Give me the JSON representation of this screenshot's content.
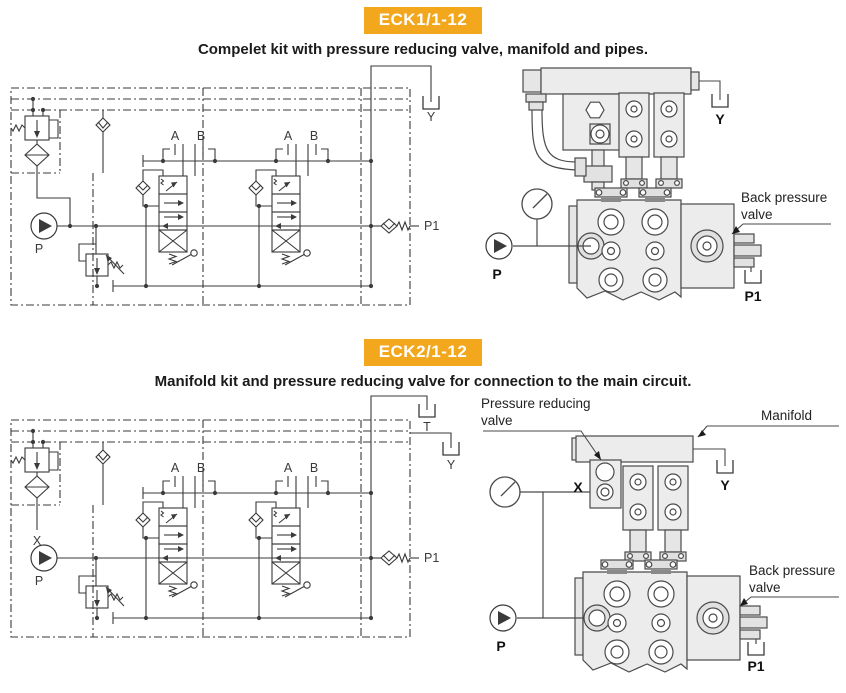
{
  "accent_color": "#F2A71D",
  "line_color": "#3a3a3a",
  "fill_light": "#ececec",
  "sections": [
    {
      "badge": "ECK1/1-12",
      "caption": "Compelet kit with pressure reducing valve, manifold and pipes.",
      "schematic": {
        "port_a1": "A",
        "port_b1": "B",
        "port_a2": "A",
        "port_b2": "B",
        "pump": "P",
        "p1": "P1",
        "tank_y": "Y"
      },
      "illustration": {
        "tank_y": "Y",
        "pump": "P",
        "p1": "P1",
        "back_pressure_1": "Back pressure",
        "back_pressure_2": "valve"
      }
    },
    {
      "badge": "ECK2/1-12",
      "caption": "Manifold kit and pressure reducing valve for connection to the main circuit.",
      "schematic": {
        "port_a1": "A",
        "port_b1": "B",
        "port_a2": "A",
        "port_b2": "B",
        "pump": "P",
        "p1": "P1",
        "tank_y": "Y",
        "tank_t": "T",
        "pilot_x": "X"
      },
      "illustration": {
        "tank_y": "Y",
        "pump": "P",
        "p1": "P1",
        "pilot_x": "X",
        "back_pressure_1": "Back pressure",
        "back_pressure_2": "valve",
        "pressure_reducing_1": "Pressure reducing",
        "pressure_reducing_2": "valve",
        "manifold": "Manifold"
      }
    }
  ]
}
